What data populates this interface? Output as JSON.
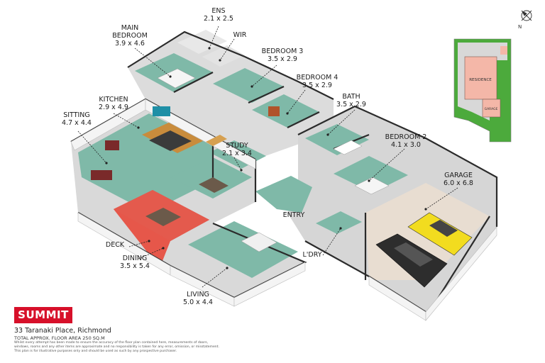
{
  "rooms": [
    {
      "id": "ens",
      "name": "ENS",
      "dims": "2.1 x 2.5"
    },
    {
      "id": "main_bedroom",
      "name": "MAIN BEDROOM",
      "name_line1": "MAIN",
      "name_line2": "BEDROOM",
      "dims": "3.9 x 4.6"
    },
    {
      "id": "wir",
      "name": "WIR",
      "dims": ""
    },
    {
      "id": "bedroom3",
      "name": "BEDROOM 3",
      "dims": "3.5 x 2.9"
    },
    {
      "id": "bedroom4",
      "name": "BEDROOM 4",
      "dims": "3.5 x 2.9"
    },
    {
      "id": "kitchen",
      "name": "KITCHEN",
      "dims": "2.9 x 4.9"
    },
    {
      "id": "bath",
      "name": "BATH",
      "dims": "3.5 x 2.9"
    },
    {
      "id": "sitting",
      "name": "SITTING",
      "dims": "4.7 x 4.4"
    },
    {
      "id": "study",
      "name": "STUDY",
      "dims": "2.1 x 3.4"
    },
    {
      "id": "bedroom2",
      "name": "BEDROOM 2",
      "dims": "4.1 x 3.0"
    },
    {
      "id": "garage",
      "name": "GARAGE",
      "dims": "6.0 x 6.8"
    },
    {
      "id": "entry",
      "name": "ENTRY",
      "dims": ""
    },
    {
      "id": "deck",
      "name": "DECK",
      "dims": ""
    },
    {
      "id": "lndry",
      "name": "L'DRY",
      "dims": ""
    },
    {
      "id": "dining",
      "name": "DINING",
      "dims": "3.5 x 5.4"
    },
    {
      "id": "living",
      "name": "LIVING",
      "dims": "5.0 x 4.4"
    }
  ],
  "site_plan": {
    "residence": "RESIDENCE",
    "garage": "GARAGE"
  },
  "compass": {
    "label": "N"
  },
  "branding": {
    "logo": "SUMMIT"
  },
  "footer": {
    "address": "33 Taranaki Place, Richmond",
    "area": "TOTAL APPROX. FLOOR AREA 250 SQ.M",
    "disclaimer_1": "Whilst every attempt has been made to ensure the accuracy of the floor plan contained here, measurements of doors,",
    "disclaimer_2": "windows, rooms and any other items are approximate and no responsibility is taken for any error, omission, or misstatement.",
    "disclaimer_3": "This plan is for illustrative purposes only and should be used as such by any prospective purchaser."
  },
  "colors": {
    "floor": "#7fb9a8",
    "wall": "#f2f2f2",
    "wall_top": "#2b2b2b",
    "deck": "#e6574a",
    "garage_floor": "#e8ddd1",
    "brand": "#d7102a",
    "lawn": "#4caa3c"
  }
}
